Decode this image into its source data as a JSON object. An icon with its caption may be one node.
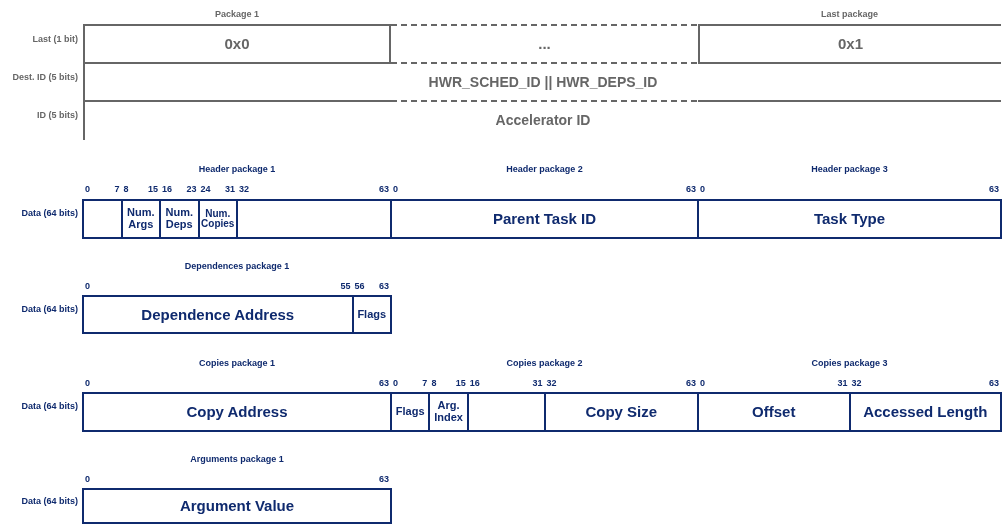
{
  "diagram": {
    "nodes": [
      {
        "text": [
          "0x0"
        ]
      },
      {
        "text": [
          "..."
        ]
      },
      {
        "text": [
          "0x1"
        ]
      },
      {
        "text": [
          "HWR_SCHED_ID || HWR_DEPS_ID"
        ]
      },
      {
        "text": [
          "Accelerator ID"
        ]
      },
      {
        "text": [],
        "shape": "box"
      },
      {
        "text": [
          "Num. Args"
        ]
      },
      {
        "text": [
          "Num. Deps"
        ]
      },
      {
        "text": [
          "Num. Copies"
        ]
      },
      {
        "text": [],
        "shape": "box"
      },
      {
        "text": [
          "Parent Task ID"
        ]
      },
      {
        "text": [
          "Task Type"
        ]
      },
      {
        "text": [
          "Dependence Address"
        ]
      },
      {
        "text": [
          "Flags"
        ]
      },
      {
        "text": [
          "Copy Address"
        ]
      },
      {
        "text": [
          "Flags"
        ]
      },
      {
        "text": [
          "Arg. Index"
        ]
      },
      {
        "text": [],
        "shape": "box"
      },
      {
        "text": [
          "Copy Size"
        ]
      },
      {
        "text": [
          "Offset"
        ]
      },
      {
        "text": [
          "Accessed Length"
        ]
      },
      {
        "text": [
          "Argument Value"
        ]
      }
    ],
    "labels": [
      "Package 1",
      "Last package",
      "Last (1 bit)",
      "Dest. ID (5 bits)",
      "ID (5 bits)",
      "Header package 1",
      "Header package 2",
      "Header package 3",
      "0",
      "7",
      "8",
      "15",
      "16",
      "23",
      "24",
      "31",
      "32",
      "63",
      "0",
      "63",
      "0",
      "63",
      "Data (64 bits)",
      "Dependences package 1",
      "0",
      "55",
      "56",
      "63",
      "Data (64 bits)",
      "Copies package 1",
      "Copies package 2",
      "Copies package 3",
      "0",
      "63",
      "0",
      "7",
      "8",
      "15",
      "16",
      "31",
      "32",
      "63",
      "0",
      "31",
      "32",
      "63",
      "Data (64 bits)",
      "Arguments package 1",
      "0",
      "63",
      "Data (64 bits)"
    ]
  }
}
